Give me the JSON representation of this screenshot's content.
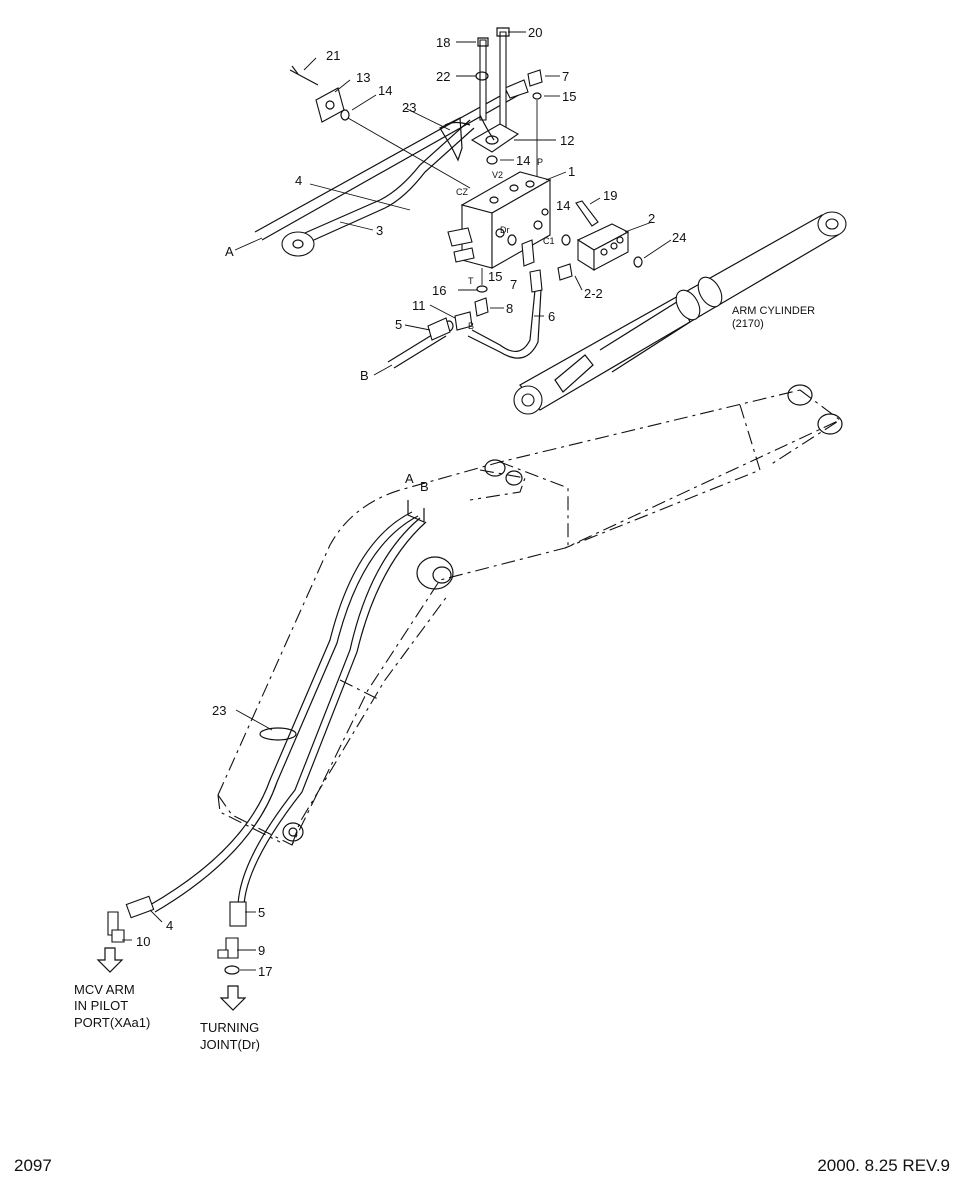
{
  "callouts": {
    "c1": "1",
    "c2": "2",
    "c2_2": "2-2",
    "c3": "3",
    "c4a": "4",
    "c4b": "4",
    "c5a": "5",
    "c5b": "5",
    "c6": "6",
    "c7a": "7",
    "c7b": "7",
    "c8": "8",
    "c9": "9",
    "c10": "10",
    "c11": "11",
    "c12": "12",
    "c13": "13",
    "c14a": "14",
    "c14b": "14",
    "c14c": "14",
    "c15a": "15",
    "c15b": "15",
    "c16": "16",
    "c17": "17",
    "c18": "18",
    "c19": "19",
    "c20": "20",
    "c21": "21",
    "c22": "22",
    "c23a": "23",
    "c23b": "23",
    "c24": "24"
  },
  "refs": {
    "a_top": "A",
    "b_top": "B",
    "a_boom": "A",
    "b_boom": "B"
  },
  "ports": {
    "v2": "V2",
    "cz": "CZ",
    "p": "P",
    "dr": "Dr",
    "c1": "C1",
    "t": "T",
    "bp": "B"
  },
  "notes": {
    "arm_cylinder_line1": "ARM CYLINDER",
    "arm_cylinder_line2": "(2170)",
    "mcv_line1": "MCV ARM",
    "mcv_line2": "IN PILOT",
    "mcv_line3": "PORT(XAa1)",
    "turning_line1": "TURNING",
    "turning_line2": "JOINT(Dr)"
  },
  "footer": {
    "page_number": "2097",
    "revision": "2000. 8.25 REV.9"
  }
}
